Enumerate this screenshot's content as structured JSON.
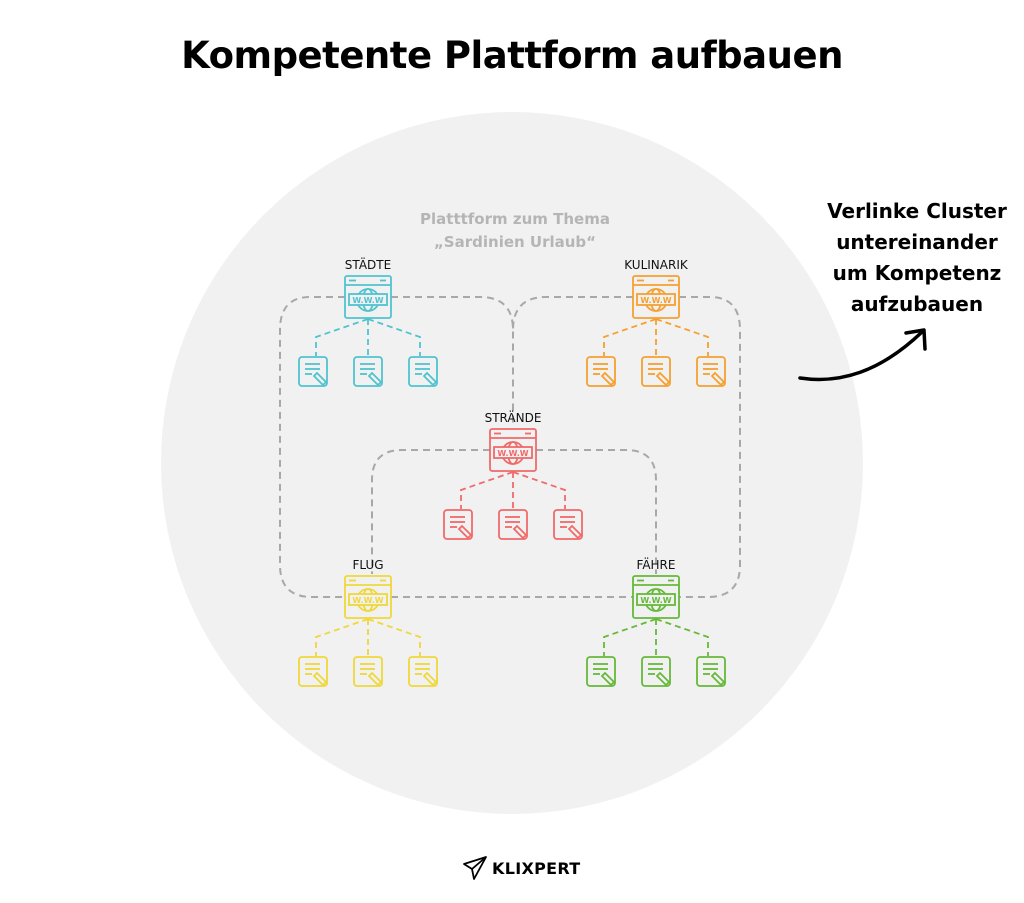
{
  "title": "Kompetente Plattform aufbauen",
  "platform_label": {
    "line1": "Platttform zum Thema",
    "line2": "„Sardinien Urlaub“"
  },
  "note": [
    "Verlinke Cluster",
    "untereinander",
    "um Kompetenz",
    "aufzubauen"
  ],
  "clusters": [
    {
      "label": "STÄDTE",
      "color": "#4fc3cf",
      "icon": "website-www-icon",
      "pages": 3
    },
    {
      "label": "KULINARIK",
      "color": "#f5a030",
      "icon": "website-www-icon",
      "pages": 3
    },
    {
      "label": "STRÄNDE",
      "color": "#f06a6a",
      "icon": "website-www-icon",
      "pages": 3
    },
    {
      "label": "FLUG",
      "color": "#efd83a",
      "icon": "website-www-icon",
      "pages": 3
    },
    {
      "label": "FÄHRE",
      "color": "#66b93a",
      "icon": "website-www-icon",
      "pages": 3
    }
  ],
  "links_color": "#a8a8a8",
  "background_circle_color": "#f1f1f1",
  "brand": {
    "name": "KLIXPERT",
    "icon": "paper-plane-icon"
  }
}
